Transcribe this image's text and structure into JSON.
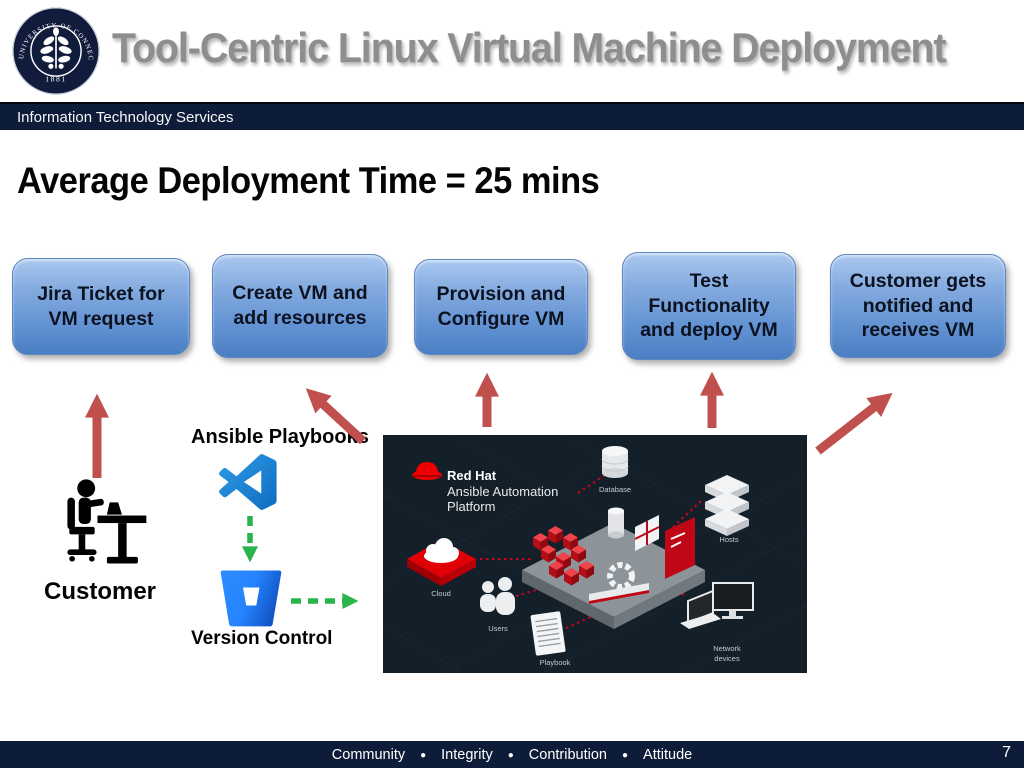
{
  "slide": {
    "header": {
      "title": "Tool-Centric Linux Virtual Machine Deployment",
      "department": "Information Technology Services",
      "logo": {
        "ring_text": "UNIVERSITY OF CONNECTICUT",
        "year": "1881"
      }
    },
    "heading": "Average Deployment Time = 25 mins",
    "process": [
      {
        "label": "Jira Ticket for VM request"
      },
      {
        "label": "Create VM and add resources"
      },
      {
        "label": "Provision and Configure VM"
      },
      {
        "label": "Test Functionality and deploy VM"
      },
      {
        "label": "Customer gets notified and receives VM"
      }
    ],
    "annotations": {
      "ansible_playbooks": "Ansible Playbooks",
      "version_control": "Version Control",
      "customer": "Customer"
    },
    "figure": {
      "brand": "Red Hat",
      "product_line1": "Ansible Automation",
      "product_line2": "Platform",
      "node_database": "Database",
      "node_hosts": "Hosts",
      "node_cloud": "Cloud",
      "node_users": "Users",
      "node_playbook": "Playbook",
      "node_network_l1": "Network",
      "node_network_l2": "devices"
    },
    "footer": {
      "values": [
        "Community",
        "Integrity",
        "Contribution",
        "Attitude"
      ],
      "separator": "●",
      "page": "7"
    },
    "colors": {
      "navy_band": "#0d1c38",
      "box_blue_top": "#a9c8ef",
      "box_blue_bottom": "#4b7ec3",
      "arrow_red": "#c0504d",
      "arrow_green": "#29b34b",
      "vscode_blue": "#1579c6",
      "bitbucket_blue": "#2684ff",
      "redhat_red": "#ee0000",
      "figure_background": "#131f29"
    }
  }
}
